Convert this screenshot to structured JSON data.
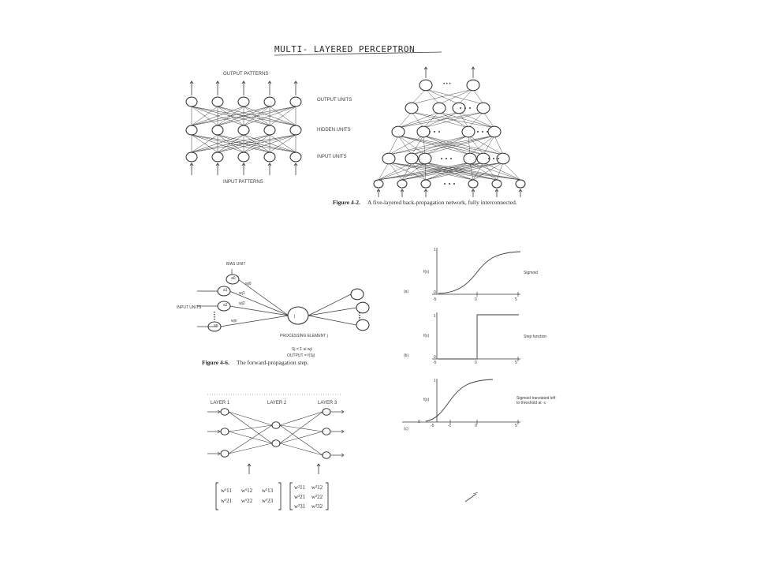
{
  "title": "MULTI- LAYERED PERCEPTRON",
  "mlp": {
    "output_patterns": "OUTPUT PATTERNS",
    "output_units": "OUTPUT UNITS",
    "hidden_units": "HIDDEN UNITS",
    "input_units": "INPUT UNITS",
    "input_patterns": "INPUT PATTERNS",
    "ellipsis": "• • •"
  },
  "fig42": {
    "label": "Figure 4-2.",
    "text": "A five-layered back-propagation network, fully interconnected."
  },
  "fig46": {
    "label": "Figure 4-6.",
    "text": "The forward-propagation step.",
    "bias_unit": "BIAS UNIT",
    "input_units": "INPUT UNITS",
    "processing_element": "PROCESSING ELEMENT j",
    "node_j": "j",
    "a0": "a0",
    "a1": "a1",
    "a2": "a2",
    "an": "an",
    "w0": "wj0",
    "w1": "wj1",
    "w2": "wj2",
    "wn": "wjn",
    "sum_eq": "Sj = Σ ai wji",
    "output_eq": "OUTPUT = f(Sj)"
  },
  "sigmoids": {
    "fx": "f(x)",
    "one": "1",
    "zero": "0",
    "neg_five": "-5",
    "five": "5",
    "neg_c": "-c",
    "a_label": "(a)",
    "a_caption": "Sigmoid",
    "b_label": "(b)",
    "b_caption": "Step function",
    "c_label": "(c)",
    "c_caption": "Sigmoid translated left to threshold at -c"
  },
  "layers3": {
    "layer1": "LAYER 1",
    "layer2": "LAYER 2",
    "layer3": "LAYER 3",
    "w1": [
      "w¹11",
      "w¹12",
      "w¹13"
    ],
    "w1b": [
      "w¹21",
      "w¹22",
      "w¹23"
    ],
    "w2": [
      "w²11",
      "w²12"
    ],
    "w2b": [
      "w²21",
      "w²22"
    ],
    "w2c": [
      "w²31",
      "w²32"
    ]
  }
}
